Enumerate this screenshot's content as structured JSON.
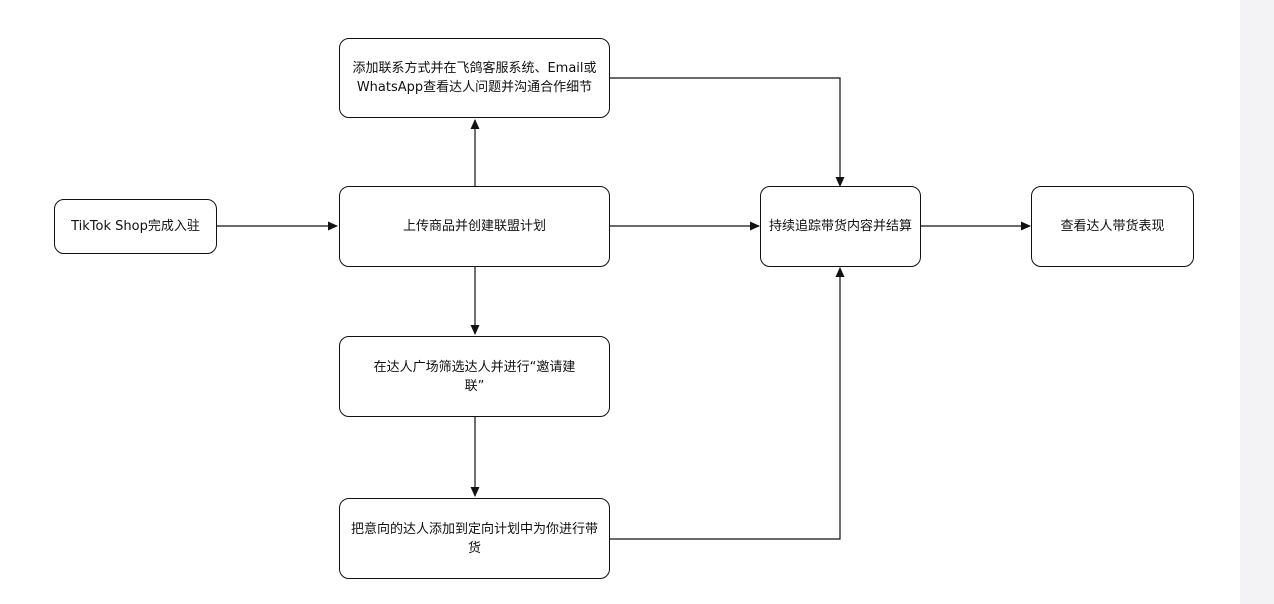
{
  "colors": {
    "line": "#111111",
    "node_border": "#111111",
    "background": "#ffffff"
  },
  "diagram": {
    "nodes": {
      "onboard": {
        "label": "TikTok Shop完成入驻"
      },
      "upload": {
        "label": "上传商品并创建联盟计划"
      },
      "contact": {
        "label": "添加联系方式并在飞鸽客服系统、Email或WhatsApp查看达人问题并沟通合作细节"
      },
      "filter": {
        "label": "在达人广场筛选达人并进行“邀请建联”"
      },
      "targeted": {
        "label": "把意向的达人添加到定向计划中为你进行带货"
      },
      "track": {
        "label": "持续追踪带货内容并结算"
      },
      "view": {
        "label": "查看达人带货表现"
      }
    },
    "edges": [
      {
        "from": "onboard",
        "to": "upload"
      },
      {
        "from": "upload",
        "to": "contact"
      },
      {
        "from": "upload",
        "to": "filter"
      },
      {
        "from": "upload",
        "to": "track"
      },
      {
        "from": "contact",
        "to": "track"
      },
      {
        "from": "filter",
        "to": "targeted"
      },
      {
        "from": "targeted",
        "to": "track"
      },
      {
        "from": "track",
        "to": "view"
      }
    ]
  }
}
